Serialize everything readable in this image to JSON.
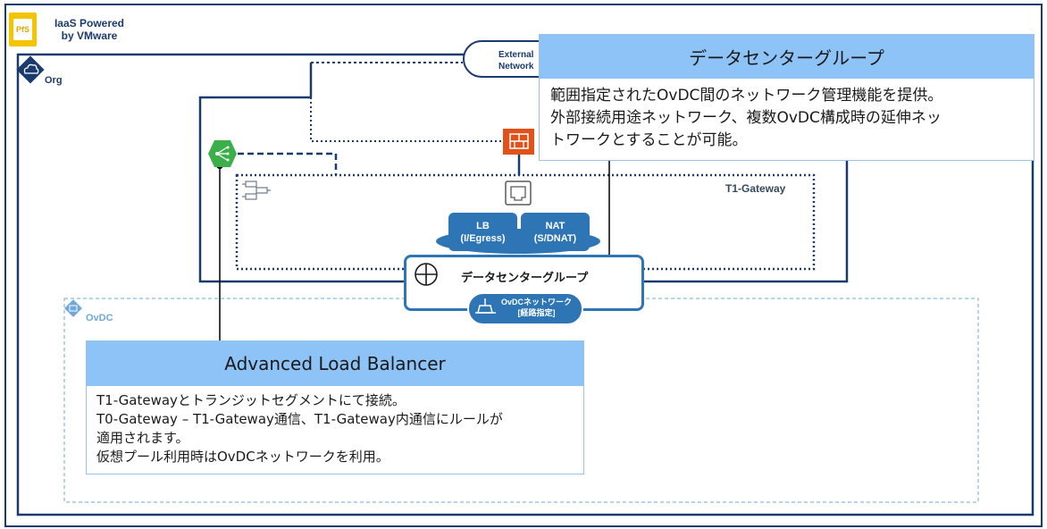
{
  "header": {
    "logo_text": "PfS",
    "title_line1": "IaaS Powered",
    "title_line2": "by VMware"
  },
  "labels": {
    "org": "Org",
    "ovdc": "OvDC",
    "external_network_line1": "External",
    "external_network_line2": "Network",
    "t1_gateway": "T1-Gateway"
  },
  "services": {
    "lb_line1": "LB",
    "lb_line2": "(I/Egress)",
    "nat_line1": "NAT",
    "nat_line2": "(S/DNAT)"
  },
  "data_center_group": {
    "label": "データセンターグループ",
    "ovdc_network_line1": "OvDCネットワーク",
    "ovdc_network_line2": "[経路指定]"
  },
  "callout_dcg": {
    "title": "データセンターグループ",
    "body_line1": "範囲指定されたOvDC間のネットワーク管理機能を提供。",
    "body_line2": "外部接続用途ネットワーク、複数OvDC構成時の延伸ネッ",
    "body_line3": "トワークとすることが可能。"
  },
  "callout_alb": {
    "title": "Advanced Load Balancer",
    "body_line1": "T1-Gatewayとトランジットセグメントにて接続。",
    "body_line2": "T0-Gateway – T1-Gateway通信、T1-Gateway内通信にルールが",
    "body_line3": "適用されます。",
    "body_line4": "仮想プール利用時はOvDCネットワークを利用。"
  },
  "colors": {
    "navy": "#1b3b6f",
    "blue": "#2e75b6",
    "light_blue": "#8ec3f7",
    "ovdc_dashed": "#6fa8dc",
    "firewall": "#e0521a",
    "alb_green": "#3bb04a"
  },
  "icons": [
    "cloud-icon",
    "router-icon",
    "firewall-icon",
    "alb-icon",
    "switch-icon",
    "ethernet-port-icon",
    "globe-icon",
    "ovdc-icon"
  ]
}
